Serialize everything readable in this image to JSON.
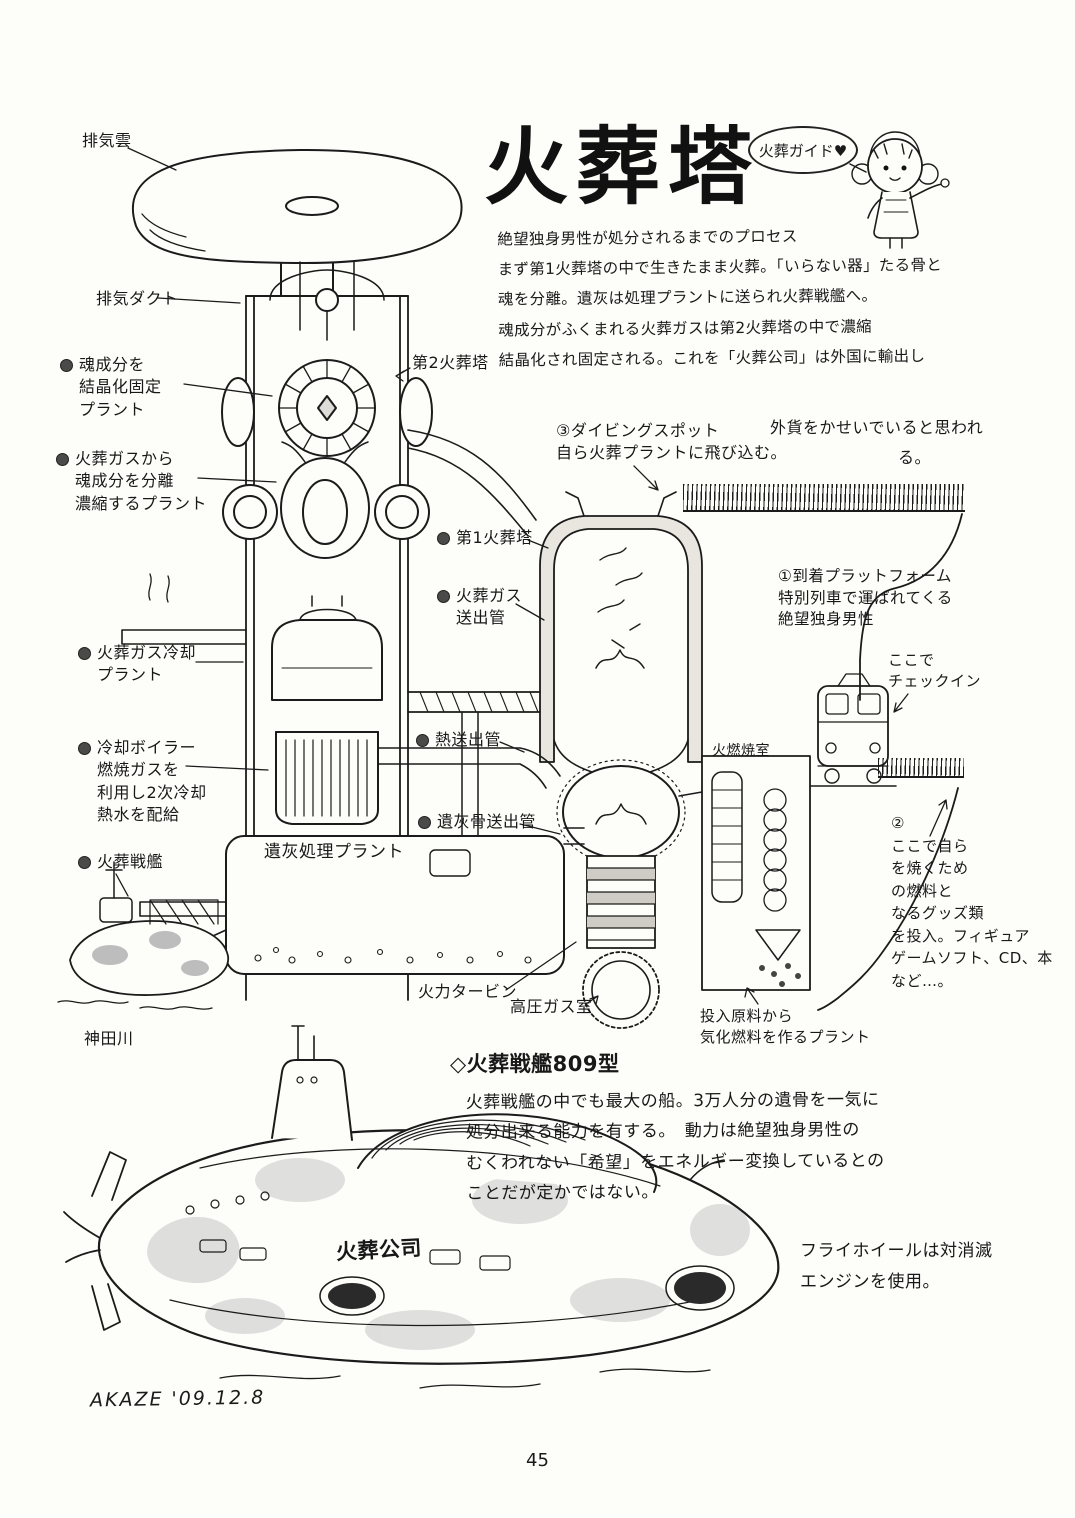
{
  "meta": {
    "page_number": "45",
    "signature": "AKAZE '09.12.8"
  },
  "header": {
    "title": "火葬塔",
    "guide_bubble": "火葬ガイド♥",
    "intro_lines": "絶望独身男性が処分されるまでのプロセス\nまず第1火葬塔の中で生きたまま火葬。「いらない器」たる骨と\n魂を分離。遺灰は処理プラントに送られ火葬戦艦へ。\n魂成分がふくまれる火葬ガスは第2火葬塔の中で濃縮\n結晶化され固定される。これを「火葬公司」は外国に輸出し",
    "intro_tail_1": "外貨をかせいでいると思われ",
    "intro_tail_2": "る。"
  },
  "tower_labels": {
    "exhaust_cloud": "排気雲",
    "exhaust_duct": "排気ダクト",
    "crystallize_plant": "魂成分を\n結晶化固定\nプラント",
    "separation_plant": "火葬ガスから\n魂成分を分離\n濃縮するプラント",
    "tower2": "第2火葬塔",
    "tower1": "第1火葬塔",
    "gas_pipe": "火葬ガス\n送出管",
    "cooling_plant": "火葬ガス冷却\nプラント",
    "heat_pipe": "熱送出管",
    "boiler": "冷却ボイラー\n燃焼ガスを\n利用し2次冷却\n熱水を配給",
    "ash_pipe": "遺灰骨送出管",
    "ash_plant": "遺灰処理プラント",
    "warship": "火葬戦艦",
    "kandagawa": "神田川",
    "turbine": "火力タービン",
    "gas_chamber": "高圧ガス室",
    "combustion_room": "火燃焼室"
  },
  "notes": {
    "dive_spot": "③ダイビングスポット\n自ら火葬プラントに飛び込む。",
    "arrival": "①到着プラットフォーム\n特別列車で運ばれてくる\n絶望独身男性",
    "checkin": "ここで\nチェックイン",
    "fuel_goods": "②\nここで自ら\nを焼くため\nの燃料と\nなるグッズ類\nを投入。フィギュア\nゲームソフト、CD、本\nなど…。",
    "refinery": "投入原料から\n気化燃料を作るプラント"
  },
  "warship_section": {
    "heading": "◇火葬戦艦809型",
    "body": "火葬戦艦の中でも最大の船。3万人分の遺骨を一気に\n処分出来る能力を有する。　動力は絶望独身男性の\nむくわれない「希望」をエネルギー変換しているとの\nことだが定かではない。",
    "flywheel_note": "フライホイールは対消滅\nエンジンを使用。",
    "hull_label": "火葬公司"
  }
}
